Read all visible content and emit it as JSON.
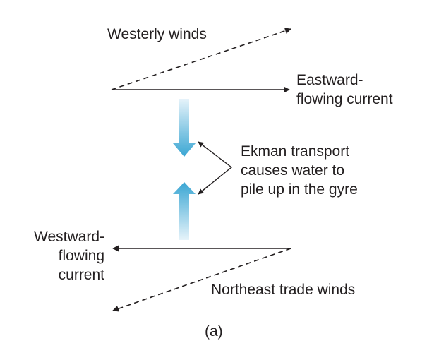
{
  "labels": {
    "westerly_winds": "Westerly winds",
    "eastward_current_line1": "Eastward-",
    "eastward_current_line2": "flowing current",
    "ekman_line1": "Ekman transport",
    "ekman_line2": "causes water to",
    "ekman_line3": "pile up in the gyre",
    "westward_current_line1": "Westward-",
    "westward_current_line2": "flowing",
    "westward_current_line3": "current",
    "northeast_trade_winds": "Northeast trade winds",
    "panel_caption": "(a)"
  },
  "colors": {
    "ink": "#231f20",
    "transport_arrow_dark": "#3aa6d3",
    "transport_arrow_light": "#e6f3fa"
  }
}
